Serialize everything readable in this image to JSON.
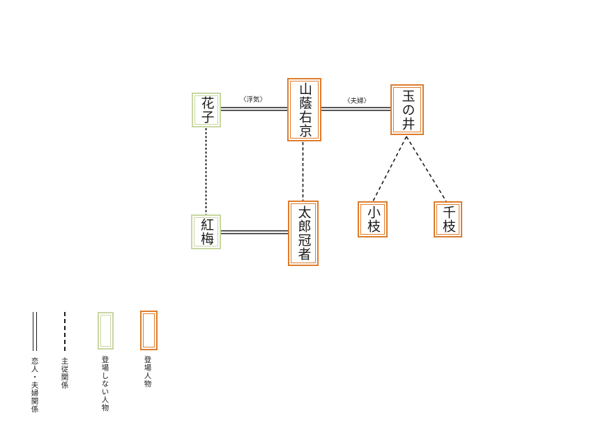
{
  "colors": {
    "present_border": "#DE7C2B",
    "absent_border": "#C8D6A2",
    "line": "#1a1a1a",
    "background": "#ffffff"
  },
  "diagram": {
    "nodes": [
      {
        "id": "hanako",
        "label": "花子",
        "type": "absent"
      },
      {
        "id": "yamakage-ukyo",
        "label": "山蔭右京",
        "type": "present"
      },
      {
        "id": "tamanoi",
        "label": "玉の井",
        "type": "present"
      },
      {
        "id": "kobai",
        "label": "紅梅",
        "type": "absent"
      },
      {
        "id": "taro-kaja",
        "label": "太郎冠者",
        "type": "present"
      },
      {
        "id": "saeda",
        "label": "小枝",
        "type": "present"
      },
      {
        "id": "chieda",
        "label": "千枝",
        "type": "present"
      }
    ],
    "edges": [
      {
        "from": "花子",
        "to": "山蔭右京",
        "style": "double",
        "label": "〈浮気〉"
      },
      {
        "from": "山蔭右京",
        "to": "玉の井",
        "style": "double",
        "label": "〈夫婦〉"
      },
      {
        "from": "紅梅",
        "to": "太郎冠者",
        "style": "double",
        "label": ""
      },
      {
        "from": "花子",
        "to": "紅梅",
        "style": "dashed",
        "label": ""
      },
      {
        "from": "山蔭右京",
        "to": "太郎冠者",
        "style": "dashed",
        "label": ""
      },
      {
        "from": "玉の井",
        "to": "小枝",
        "style": "dashed",
        "label": ""
      },
      {
        "from": "玉の井",
        "to": "千枝",
        "style": "dashed",
        "label": ""
      }
    ]
  },
  "legend": {
    "items": [
      {
        "symbol": "double-line",
        "label": "恋人・夫婦関係"
      },
      {
        "symbol": "dashed-line",
        "label": "主従関係"
      },
      {
        "symbol": "green-box",
        "label": "登場しない人物"
      },
      {
        "symbol": "orange-box",
        "label": "登場人物"
      }
    ]
  }
}
